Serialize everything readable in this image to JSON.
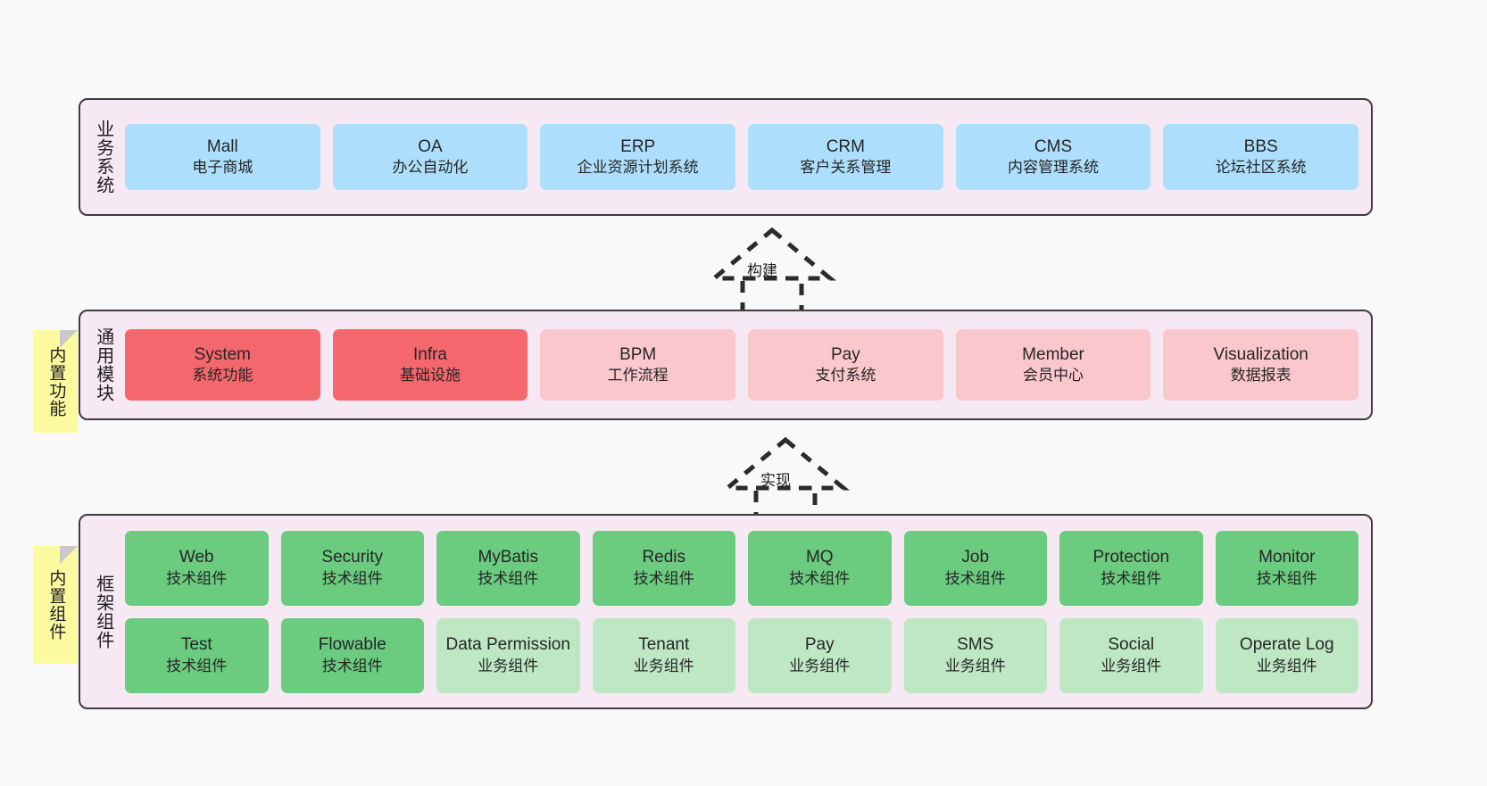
{
  "diagram": {
    "title": "",
    "colors": {
      "band_background": "#f7e9f4",
      "band_border": "#3d3d3d",
      "business_card": "#addffd",
      "core_module": "#f4676d",
      "optional_module": "#fac7cd",
      "tech_component": "#6bcb7f",
      "business_component": "#bee8c3",
      "note": "#fcfa9e",
      "canvas": "#f9f9f9"
    }
  },
  "notes": [
    {
      "name": "builtin-function",
      "text": "内置功能"
    },
    {
      "name": "builtin-component",
      "text": "内置组件"
    }
  ],
  "connectors": [
    {
      "name": "build",
      "label": "构建",
      "style": "dashed-hollow-arrow-up"
    },
    {
      "name": "implement",
      "label": "实现",
      "style": "dashed-hollow-arrow-up"
    }
  ],
  "layers": [
    {
      "id": "business-system",
      "title": "业务系统",
      "rows": [
        [
          {
            "en": "Mall",
            "cn": "电子商城",
            "color": "c-blue"
          },
          {
            "en": "OA",
            "cn": "办公自动化",
            "color": "c-blue"
          },
          {
            "en": "ERP",
            "cn": "企业资源计划系统",
            "color": "c-blue"
          },
          {
            "en": "CRM",
            "cn": "客户关系管理",
            "color": "c-blue"
          },
          {
            "en": "CMS",
            "cn": "内容管理系统",
            "color": "c-blue"
          },
          {
            "en": "BBS",
            "cn": "论坛社区系统",
            "color": "c-blue"
          }
        ]
      ]
    },
    {
      "id": "common-module",
      "title": "通用模块",
      "rows": [
        [
          {
            "en": "System",
            "cn": "系统功能",
            "color": "c-red"
          },
          {
            "en": "Infra",
            "cn": "基础设施",
            "color": "c-red"
          },
          {
            "en": "BPM",
            "cn": "工作流程",
            "color": "c-pink"
          },
          {
            "en": "Pay",
            "cn": "支付系统",
            "color": "c-pink"
          },
          {
            "en": "Member",
            "cn": "会员中心",
            "color": "c-pink"
          },
          {
            "en": "Visualization",
            "cn": "数据报表",
            "color": "c-pink"
          }
        ]
      ]
    },
    {
      "id": "framework-component",
      "title": "框架组件",
      "rows": [
        [
          {
            "en": "Web",
            "cn": "技术组件",
            "color": "c-green"
          },
          {
            "en": "Security",
            "cn": "技术组件",
            "color": "c-green"
          },
          {
            "en": "MyBatis",
            "cn": "技术组件",
            "color": "c-green"
          },
          {
            "en": "Redis",
            "cn": "技术组件",
            "color": "c-green"
          },
          {
            "en": "MQ",
            "cn": "技术组件",
            "color": "c-green"
          },
          {
            "en": "Job",
            "cn": "技术组件",
            "color": "c-green"
          },
          {
            "en": "Protection",
            "cn": "技术组件",
            "color": "c-green"
          },
          {
            "en": "Monitor",
            "cn": "技术组件",
            "color": "c-green"
          }
        ],
        [
          {
            "en": "Test",
            "cn": "技术组件",
            "color": "c-green"
          },
          {
            "en": "Flowable",
            "cn": "技术组件",
            "color": "c-green"
          },
          {
            "en": "Data Permission",
            "cn": "业务组件",
            "color": "c-lightgreen"
          },
          {
            "en": "Tenant",
            "cn": "业务组件",
            "color": "c-lightgreen"
          },
          {
            "en": "Pay",
            "cn": "业务组件",
            "color": "c-lightgreen"
          },
          {
            "en": "SMS",
            "cn": "业务组件",
            "color": "c-lightgreen"
          },
          {
            "en": "Social",
            "cn": "业务组件",
            "color": "c-lightgreen"
          },
          {
            "en": "Operate Log",
            "cn": "业务组件",
            "color": "c-lightgreen"
          }
        ]
      ]
    }
  ]
}
